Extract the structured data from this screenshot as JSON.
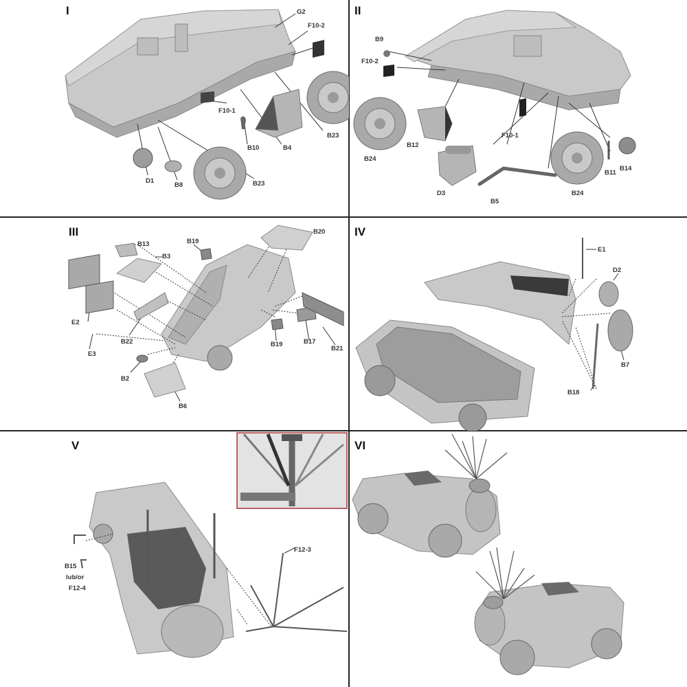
{
  "steps": [
    "I",
    "II",
    "III",
    "IV",
    "V",
    "VI"
  ],
  "step1": {
    "labels": [
      "G2",
      "F10-2",
      "F10-1",
      "B10",
      "B4",
      "B23",
      "B23",
      "D1",
      "B8"
    ]
  },
  "step2": {
    "labels": [
      "B9",
      "F10-2",
      "B12",
      "B24",
      "F10-1",
      "D3",
      "B5",
      "B24",
      "B11",
      "B14"
    ]
  },
  "step3": {
    "labels": [
      "B13",
      "B3",
      "B19",
      "B20",
      "E2",
      "E3",
      "B22",
      "B19",
      "B17",
      "B21",
      "B2",
      "B6"
    ]
  },
  "step4": {
    "labels": [
      "E1",
      "D2",
      "B7",
      "B18"
    ]
  },
  "step5": {
    "labels": [
      "F12-3",
      "B15",
      "lub/or",
      "F12-4"
    ]
  },
  "colors": {
    "line": "#333333",
    "border": "#222222",
    "model_light": "#c9c9c9",
    "model_mid": "#a9a9a9",
    "model_dark": "#7d7d7d",
    "inset_border": "#b03030"
  }
}
